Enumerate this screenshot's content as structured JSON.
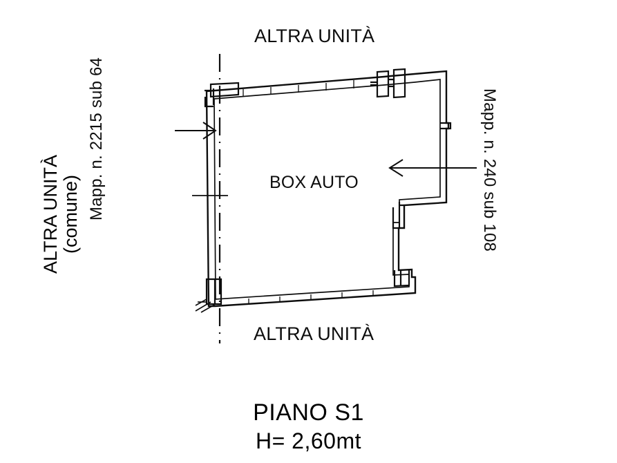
{
  "document": {
    "kind": "planimetria-catastale",
    "background_color": "#ffffff",
    "ink_color": "#0d0d0d"
  },
  "annotations": {
    "top_unit": "ALTRA UNITÀ",
    "bottom_unit": "ALTRA UNITÀ",
    "left_unit_line1": "ALTRA UNITÀ",
    "left_unit_line2": "(comune)",
    "room_label": "BOX AUTO",
    "mappale_left": "Mapp. n. 2215 sub 64",
    "mappale_right": "Mapp. n. 240 sub 108"
  },
  "title_block": {
    "floor": "PIANO S1",
    "height": "H= 2,60mt"
  }
}
